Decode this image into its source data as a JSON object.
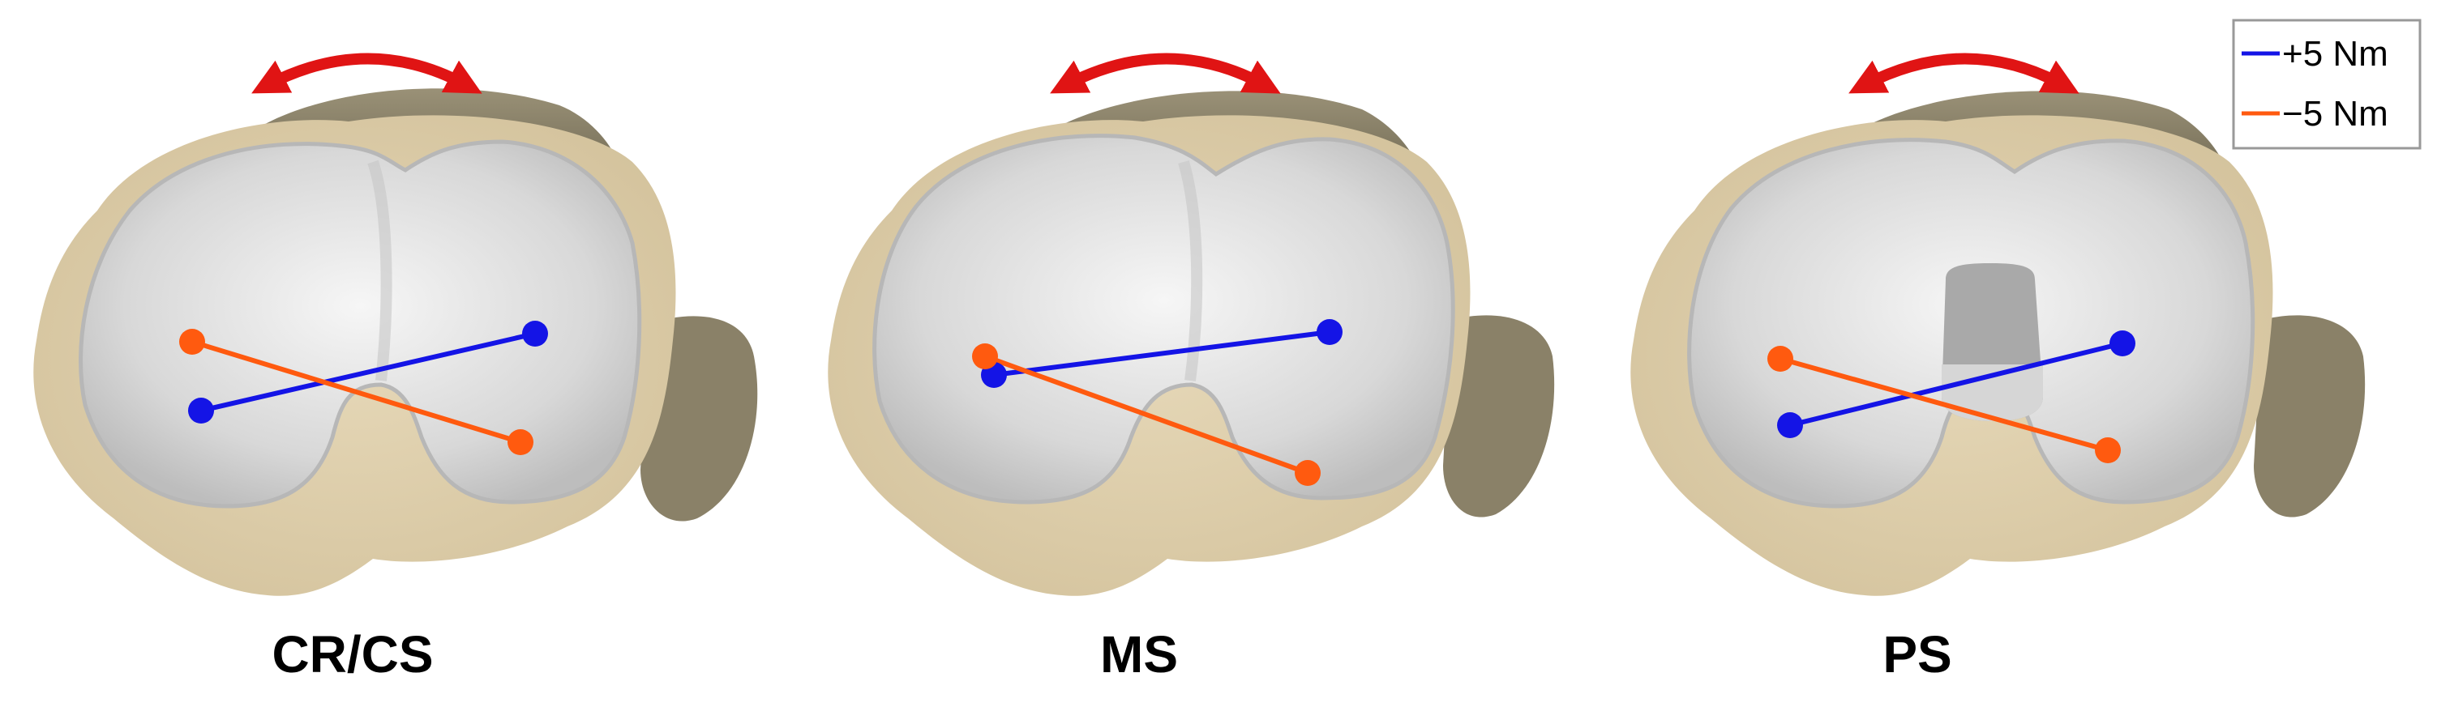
{
  "legend": {
    "items": [
      {
        "label": "+5 Nm",
        "color": "#1414e6"
      },
      {
        "label": "−5 Nm",
        "color": "#ff5a0f"
      }
    ]
  },
  "panels": [
    {
      "label": "CR/CS",
      "plus": {
        "medial": [
          660,
          412
        ],
        "lateral": [
          248,
          507
        ]
      },
      "minus": {
        "medial": [
          237,
          422
        ],
        "lateral": [
          642,
          546
        ]
      }
    },
    {
      "label": "MS",
      "plus": {
        "medial": [
          1640,
          410
        ],
        "lateral": [
          1226,
          463
        ]
      },
      "minus": {
        "medial": [
          1215,
          440
        ],
        "lateral": [
          1613,
          584
        ]
      }
    },
    {
      "label": "PS",
      "plus": {
        "medial": [
          2618,
          424
        ],
        "lateral": [
          2208,
          525
        ]
      },
      "minus": {
        "medial": [
          2196,
          443
        ],
        "lateral": [
          2600,
          556
        ]
      }
    }
  ],
  "colors": {
    "bone": "#dccdaa",
    "bone_dark": "#a59a7c",
    "implant": "#dadada",
    "implant_edge": "#b7b7b7",
    "arrow": "#e01414"
  }
}
